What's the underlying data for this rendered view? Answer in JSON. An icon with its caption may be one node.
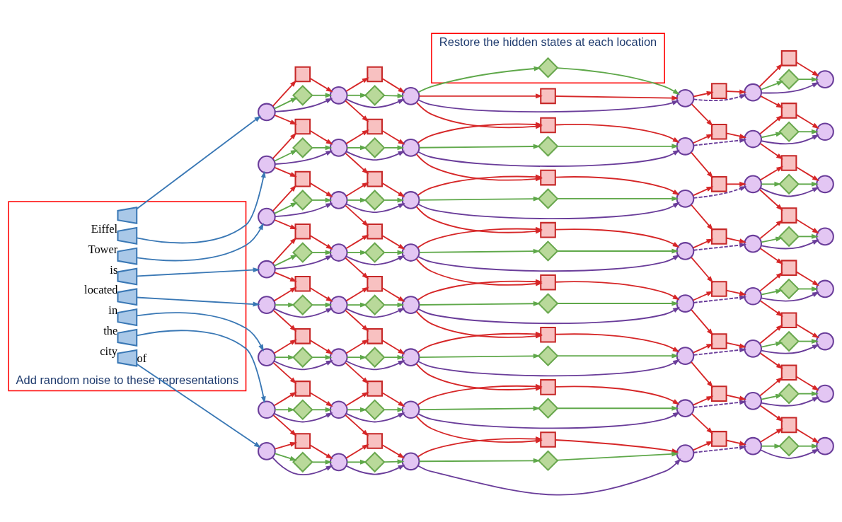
{
  "diagram": {
    "nodes": [
      {
        "text": [
          "Add random noise to these representations"
        ]
      },
      {
        "text": [
          "Restore the hidden states at each location"
        ]
      },
      {
        "text": [],
        "shape": "trapezoid",
        "in": 0,
        "beside": [
          "Eiffel"
        ]
      },
      {
        "text": [],
        "shape": "circle"
      },
      {
        "text": [],
        "shape": "box"
      },
      {
        "text": [],
        "shape": "diamond"
      },
      {
        "text": [],
        "shape": "circle"
      },
      {
        "text": [],
        "shape": "box"
      },
      {
        "text": [],
        "shape": "diamond"
      },
      {
        "text": [],
        "shape": "circle"
      },
      {
        "text": [],
        "shape": "box"
      },
      {
        "text": [],
        "shape": "diamond",
        "in": 1
      },
      {
        "text": [],
        "shape": "circle"
      },
      {
        "text": [],
        "shape": "box"
      },
      {
        "text": [],
        "shape": "circle"
      },
      {
        "text": [],
        "shape": "box"
      },
      {
        "text": [],
        "shape": "diamond"
      },
      {
        "text": [],
        "shape": "circle"
      },
      {
        "text": [],
        "shape": "trapezoid",
        "in": 0,
        "beside": [
          "Tower"
        ]
      },
      {
        "text": [],
        "shape": "circle"
      },
      {
        "text": [],
        "shape": "box"
      },
      {
        "text": [],
        "shape": "diamond"
      },
      {
        "text": [],
        "shape": "circle"
      },
      {
        "text": [],
        "shape": "box"
      },
      {
        "text": [],
        "shape": "diamond"
      },
      {
        "text": [],
        "shape": "circle"
      },
      {
        "text": [],
        "shape": "box"
      },
      {
        "text": [],
        "shape": "diamond"
      },
      {
        "text": [],
        "shape": "circle"
      },
      {
        "text": [],
        "shape": "box"
      },
      {
        "text": [],
        "shape": "circle"
      },
      {
        "text": [],
        "shape": "box"
      },
      {
        "text": [],
        "shape": "diamond"
      },
      {
        "text": [],
        "shape": "circle"
      },
      {
        "text": [],
        "shape": "trapezoid",
        "in": 0,
        "beside": [
          "is"
        ]
      },
      {
        "text": [],
        "shape": "circle"
      },
      {
        "text": [],
        "shape": "box"
      },
      {
        "text": [],
        "shape": "diamond"
      },
      {
        "text": [],
        "shape": "circle"
      },
      {
        "text": [],
        "shape": "box"
      },
      {
        "text": [],
        "shape": "diamond"
      },
      {
        "text": [],
        "shape": "circle"
      },
      {
        "text": [],
        "shape": "box"
      },
      {
        "text": [],
        "shape": "diamond"
      },
      {
        "text": [],
        "shape": "circle"
      },
      {
        "text": [],
        "shape": "box"
      },
      {
        "text": [],
        "shape": "circle"
      },
      {
        "text": [],
        "shape": "box"
      },
      {
        "text": [],
        "shape": "diamond"
      },
      {
        "text": [],
        "shape": "circle"
      },
      {
        "text": [],
        "shape": "trapezoid",
        "in": 0,
        "beside": [
          "located"
        ]
      },
      {
        "text": [],
        "shape": "circle"
      },
      {
        "text": [],
        "shape": "box"
      },
      {
        "text": [],
        "shape": "diamond"
      },
      {
        "text": [],
        "shape": "circle"
      },
      {
        "text": [],
        "shape": "box"
      },
      {
        "text": [],
        "shape": "diamond"
      },
      {
        "text": [],
        "shape": "circle"
      },
      {
        "text": [],
        "shape": "box"
      },
      {
        "text": [],
        "shape": "diamond"
      },
      {
        "text": [],
        "shape": "circle"
      },
      {
        "text": [],
        "shape": "box"
      },
      {
        "text": [],
        "shape": "circle"
      },
      {
        "text": [],
        "shape": "box"
      },
      {
        "text": [],
        "shape": "diamond"
      },
      {
        "text": [],
        "shape": "circle"
      },
      {
        "text": [],
        "shape": "trapezoid",
        "in": 0,
        "beside": [
          "in"
        ]
      },
      {
        "text": [],
        "shape": "circle"
      },
      {
        "text": [],
        "shape": "box"
      },
      {
        "text": [],
        "shape": "diamond"
      },
      {
        "text": [],
        "shape": "circle"
      },
      {
        "text": [],
        "shape": "box"
      },
      {
        "text": [],
        "shape": "diamond"
      },
      {
        "text": [],
        "shape": "circle"
      },
      {
        "text": [],
        "shape": "box"
      },
      {
        "text": [],
        "shape": "diamond"
      },
      {
        "text": [],
        "shape": "circle"
      },
      {
        "text": [],
        "shape": "box"
      },
      {
        "text": [],
        "shape": "circle"
      },
      {
        "text": [],
        "shape": "box"
      },
      {
        "text": [],
        "shape": "diamond"
      },
      {
        "text": [],
        "shape": "circle"
      },
      {
        "text": [],
        "shape": "trapezoid",
        "in": 0,
        "beside": [
          "the"
        ]
      },
      {
        "text": [],
        "shape": "circle"
      },
      {
        "text": [],
        "shape": "box"
      },
      {
        "text": [],
        "shape": "diamond"
      },
      {
        "text": [],
        "shape": "circle"
      },
      {
        "text": [],
        "shape": "box"
      },
      {
        "text": [],
        "shape": "diamond"
      },
      {
        "text": [],
        "shape": "circle"
      },
      {
        "text": [],
        "shape": "box"
      },
      {
        "text": [],
        "shape": "diamond"
      },
      {
        "text": [],
        "shape": "circle"
      },
      {
        "text": [],
        "shape": "box"
      },
      {
        "text": [],
        "shape": "circle"
      },
      {
        "text": [],
        "shape": "box"
      },
      {
        "text": [],
        "shape": "diamond"
      },
      {
        "text": [],
        "shape": "circle"
      },
      {
        "text": [],
        "shape": "trapezoid",
        "in": 0,
        "beside": [
          "city"
        ]
      },
      {
        "text": [],
        "shape": "circle"
      },
      {
        "text": [],
        "shape": "box"
      },
      {
        "text": [],
        "shape": "diamond"
      },
      {
        "text": [],
        "shape": "circle"
      },
      {
        "text": [],
        "shape": "box"
      },
      {
        "text": [],
        "shape": "diamond"
      },
      {
        "text": [],
        "shape": "circle"
      },
      {
        "text": [],
        "shape": "box"
      },
      {
        "text": [],
        "shape": "diamond"
      },
      {
        "text": [],
        "shape": "circle"
      },
      {
        "text": [],
        "shape": "box"
      },
      {
        "text": [],
        "shape": "circle"
      },
      {
        "text": [],
        "shape": "box"
      },
      {
        "text": [],
        "shape": "diamond"
      },
      {
        "text": [],
        "shape": "circle"
      },
      {
        "text": [],
        "shape": "trapezoid",
        "in": 0,
        "beside": [
          "of"
        ]
      },
      {
        "text": [],
        "shape": "circle"
      },
      {
        "text": [],
        "shape": "box"
      },
      {
        "text": [],
        "shape": "diamond"
      },
      {
        "text": [],
        "shape": "circle"
      },
      {
        "text": [],
        "shape": "box"
      },
      {
        "text": [],
        "shape": "diamond"
      },
      {
        "text": [],
        "shape": "circle"
      },
      {
        "text": [],
        "shape": "box"
      },
      {
        "text": [],
        "shape": "diamond"
      },
      {
        "text": [],
        "shape": "circle"
      },
      {
        "text": [],
        "shape": "box"
      },
      {
        "text": [],
        "shape": "circle"
      },
      {
        "text": [],
        "shape": "box"
      },
      {
        "text": [],
        "shape": "diamond"
      },
      {
        "text": [],
        "shape": "circle"
      }
    ],
    "edges": [
      {
        "from": 2,
        "to": 3,
        "arrow": "to",
        "color": "#3a78b5"
      },
      {
        "from": 3,
        "to": 6,
        "arrow": "to",
        "color": "#6a3d9a"
      },
      {
        "from": 3,
        "to": 4,
        "arrow": "to"
      },
      {
        "from": 4,
        "to": 6,
        "arrow": "to"
      },
      {
        "from": 3,
        "to": 5,
        "arrow": "to",
        "color": "#5fa84a"
      },
      {
        "from": 5,
        "to": 6,
        "arrow": "to",
        "color": "#5fa84a"
      },
      {
        "from": 6,
        "to": 9,
        "arrow": "to",
        "color": "#6a3d9a"
      },
      {
        "from": 6,
        "to": 7,
        "arrow": "to"
      },
      {
        "from": 7,
        "to": 9,
        "arrow": "to"
      },
      {
        "from": 6,
        "to": 8,
        "arrow": "to",
        "color": "#5fa84a"
      },
      {
        "from": 8,
        "to": 9,
        "arrow": "to",
        "color": "#5fa84a"
      },
      {
        "from": 9,
        "to": 12,
        "arrow": "to",
        "color": "#6a3d9a"
      },
      {
        "from": 9,
        "to": 10,
        "arrow": "to"
      },
      {
        "from": 10,
        "to": 12,
        "arrow": "to"
      },
      {
        "from": 9,
        "to": 11,
        "arrow": "to",
        "color": "#5fa84a"
      },
      {
        "from": 11,
        "to": 12,
        "arrow": "to",
        "color": "#5fa84a"
      },
      {
        "from": 12,
        "to": 14,
        "arrow": "to",
        "style": "dashed",
        "color": "#6a3d9a"
      },
      {
        "from": 12,
        "to": 13,
        "arrow": "to"
      },
      {
        "from": 13,
        "to": 14,
        "arrow": "to"
      },
      {
        "from": 14,
        "to": 17,
        "arrow": "to",
        "color": "#6a3d9a"
      },
      {
        "from": 14,
        "to": 15,
        "arrow": "to"
      },
      {
        "from": 15,
        "to": 17,
        "arrow": "to"
      },
      {
        "from": 14,
        "to": 16,
        "arrow": "to",
        "color": "#5fa84a"
      },
      {
        "from": 16,
        "to": 17,
        "arrow": "to",
        "color": "#5fa84a"
      },
      {
        "from": 18,
        "to": 19,
        "arrow": "to",
        "color": "#3a78b5"
      },
      {
        "from": 19,
        "to": 22,
        "arrow": "to",
        "color": "#6a3d9a"
      },
      {
        "from": 19,
        "to": 20,
        "arrow": "to"
      },
      {
        "from": 20,
        "to": 22,
        "arrow": "to"
      },
      {
        "from": 19,
        "to": 21,
        "arrow": "to",
        "color": "#5fa84a"
      },
      {
        "from": 21,
        "to": 22,
        "arrow": "to",
        "color": "#5fa84a"
      },
      {
        "from": 22,
        "to": 25,
        "arrow": "to",
        "color": "#6a3d9a"
      },
      {
        "from": 22,
        "to": 23,
        "arrow": "to"
      },
      {
        "from": 23,
        "to": 25,
        "arrow": "to"
      },
      {
        "from": 22,
        "to": 24,
        "arrow": "to",
        "color": "#5fa84a"
      },
      {
        "from": 24,
        "to": 25,
        "arrow": "to",
        "color": "#5fa84a"
      },
      {
        "from": 25,
        "to": 28,
        "arrow": "to",
        "color": "#6a3d9a"
      },
      {
        "from": 25,
        "to": 26,
        "arrow": "to"
      },
      {
        "from": 26,
        "to": 28,
        "arrow": "to"
      },
      {
        "from": 25,
        "to": 27,
        "arrow": "to",
        "color": "#5fa84a"
      },
      {
        "from": 27,
        "to": 28,
        "arrow": "to",
        "color": "#5fa84a"
      },
      {
        "from": 28,
        "to": 30,
        "arrow": "to",
        "style": "dashed",
        "color": "#6a3d9a"
      },
      {
        "from": 28,
        "to": 29,
        "arrow": "to"
      },
      {
        "from": 29,
        "to": 30,
        "arrow": "to"
      },
      {
        "from": 30,
        "to": 33,
        "arrow": "to",
        "color": "#6a3d9a"
      },
      {
        "from": 30,
        "to": 31,
        "arrow": "to"
      },
      {
        "from": 31,
        "to": 33,
        "arrow": "to"
      },
      {
        "from": 30,
        "to": 32,
        "arrow": "to",
        "color": "#5fa84a"
      },
      {
        "from": 32,
        "to": 33,
        "arrow": "to",
        "color": "#5fa84a"
      },
      {
        "from": 34,
        "to": 35,
        "arrow": "to",
        "color": "#3a78b5"
      },
      {
        "from": 35,
        "to": 38,
        "arrow": "to",
        "color": "#6a3d9a"
      },
      {
        "from": 35,
        "to": 36,
        "arrow": "to"
      },
      {
        "from": 36,
        "to": 38,
        "arrow": "to"
      },
      {
        "from": 35,
        "to": 37,
        "arrow": "to",
        "color": "#5fa84a"
      },
      {
        "from": 37,
        "to": 38,
        "arrow": "to",
        "color": "#5fa84a"
      },
      {
        "from": 38,
        "to": 41,
        "arrow": "to",
        "color": "#6a3d9a"
      },
      {
        "from": 38,
        "to": 39,
        "arrow": "to"
      },
      {
        "from": 39,
        "to": 41,
        "arrow": "to"
      },
      {
        "from": 38,
        "to": 40,
        "arrow": "to",
        "color": "#5fa84a"
      },
      {
        "from": 40,
        "to": 41,
        "arrow": "to",
        "color": "#5fa84a"
      },
      {
        "from": 41,
        "to": 44,
        "arrow": "to",
        "color": "#6a3d9a"
      },
      {
        "from": 41,
        "to": 42,
        "arrow": "to"
      },
      {
        "from": 42,
        "to": 44,
        "arrow": "to"
      },
      {
        "from": 41,
        "to": 43,
        "arrow": "to",
        "color": "#5fa84a"
      },
      {
        "from": 43,
        "to": 44,
        "arrow": "to",
        "color": "#5fa84a"
      },
      {
        "from": 44,
        "to": 46,
        "arrow": "to",
        "style": "dashed",
        "color": "#6a3d9a"
      },
      {
        "from": 44,
        "to": 45,
        "arrow": "to"
      },
      {
        "from": 45,
        "to": 46,
        "arrow": "to"
      },
      {
        "from": 46,
        "to": 49,
        "arrow": "to",
        "color": "#6a3d9a"
      },
      {
        "from": 46,
        "to": 47,
        "arrow": "to"
      },
      {
        "from": 47,
        "to": 49,
        "arrow": "to"
      },
      {
        "from": 46,
        "to": 48,
        "arrow": "to",
        "color": "#5fa84a"
      },
      {
        "from": 48,
        "to": 49,
        "arrow": "to",
        "color": "#5fa84a"
      },
      {
        "from": 50,
        "to": 51,
        "arrow": "to",
        "color": "#3a78b5"
      },
      {
        "from": 51,
        "to": 54,
        "arrow": "to",
        "color": "#6a3d9a"
      },
      {
        "from": 51,
        "to": 52,
        "arrow": "to"
      },
      {
        "from": 52,
        "to": 54,
        "arrow": "to"
      },
      {
        "from": 51,
        "to": 53,
        "arrow": "to",
        "color": "#5fa84a"
      },
      {
        "from": 53,
        "to": 54,
        "arrow": "to",
        "color": "#5fa84a"
      },
      {
        "from": 54,
        "to": 57,
        "arrow": "to",
        "color": "#6a3d9a"
      },
      {
        "from": 54,
        "to": 55,
        "arrow": "to"
      },
      {
        "from": 55,
        "to": 57,
        "arrow": "to"
      },
      {
        "from": 54,
        "to": 56,
        "arrow": "to",
        "color": "#5fa84a"
      },
      {
        "from": 56,
        "to": 57,
        "arrow": "to",
        "color": "#5fa84a"
      },
      {
        "from": 57,
        "to": 60,
        "arrow": "to",
        "color": "#6a3d9a"
      },
      {
        "from": 57,
        "to": 58,
        "arrow": "to"
      },
      {
        "from": 58,
        "to": 60,
        "arrow": "to"
      },
      {
        "from": 57,
        "to": 59,
        "arrow": "to",
        "color": "#5fa84a"
      },
      {
        "from": 59,
        "to": 60,
        "arrow": "to",
        "color": "#5fa84a"
      },
      {
        "from": 60,
        "to": 62,
        "arrow": "to",
        "style": "dashed",
        "color": "#6a3d9a"
      },
      {
        "from": 60,
        "to": 61,
        "arrow": "to"
      },
      {
        "from": 61,
        "to": 62,
        "arrow": "to"
      },
      {
        "from": 62,
        "to": 65,
        "arrow": "to",
        "color": "#6a3d9a"
      },
      {
        "from": 62,
        "to": 63,
        "arrow": "to"
      },
      {
        "from": 63,
        "to": 65,
        "arrow": "to"
      },
      {
        "from": 62,
        "to": 64,
        "arrow": "to",
        "color": "#5fa84a"
      },
      {
        "from": 64,
        "to": 65,
        "arrow": "to",
        "color": "#5fa84a"
      },
      {
        "from": 66,
        "to": 67,
        "arrow": "to",
        "color": "#3a78b5"
      },
      {
        "from": 67,
        "to": 70,
        "arrow": "to",
        "color": "#6a3d9a"
      },
      {
        "from": 67,
        "to": 68,
        "arrow": "to"
      },
      {
        "from": 68,
        "to": 70,
        "arrow": "to"
      },
      {
        "from": 67,
        "to": 69,
        "arrow": "to",
        "color": "#5fa84a"
      },
      {
        "from": 69,
        "to": 70,
        "arrow": "to",
        "color": "#5fa84a"
      },
      {
        "from": 70,
        "to": 73,
        "arrow": "to",
        "color": "#6a3d9a"
      },
      {
        "from": 70,
        "to": 71,
        "arrow": "to"
      },
      {
        "from": 71,
        "to": 73,
        "arrow": "to"
      },
      {
        "from": 70,
        "to": 72,
        "arrow": "to",
        "color": "#5fa84a"
      },
      {
        "from": 72,
        "to": 73,
        "arrow": "to",
        "color": "#5fa84a"
      },
      {
        "from": 73,
        "to": 76,
        "arrow": "to",
        "color": "#6a3d9a"
      },
      {
        "from": 73,
        "to": 74,
        "arrow": "to"
      },
      {
        "from": 74,
        "to": 76,
        "arrow": "to"
      },
      {
        "from": 73,
        "to": 75,
        "arrow": "to",
        "color": "#5fa84a"
      },
      {
        "from": 75,
        "to": 76,
        "arrow": "to",
        "color": "#5fa84a"
      },
      {
        "from": 76,
        "to": 78,
        "arrow": "to",
        "style": "dashed",
        "color": "#6a3d9a"
      },
      {
        "from": 76,
        "to": 77,
        "arrow": "to"
      },
      {
        "from": 77,
        "to": 78,
        "arrow": "to"
      },
      {
        "from": 78,
        "to": 81,
        "arrow": "to",
        "color": "#6a3d9a"
      },
      {
        "from": 78,
        "to": 79,
        "arrow": "to"
      },
      {
        "from": 79,
        "to": 81,
        "arrow": "to"
      },
      {
        "from": 78,
        "to": 80,
        "arrow": "to",
        "color": "#5fa84a"
      },
      {
        "from": 80,
        "to": 81,
        "arrow": "to",
        "color": "#5fa84a"
      },
      {
        "from": 82,
        "to": 83,
        "arrow": "to",
        "color": "#3a78b5"
      },
      {
        "from": 83,
        "to": 86,
        "arrow": "to",
        "color": "#6a3d9a"
      },
      {
        "from": 83,
        "to": 84,
        "arrow": "to"
      },
      {
        "from": 84,
        "to": 86,
        "arrow": "to"
      },
      {
        "from": 83,
        "to": 85,
        "arrow": "to",
        "color": "#5fa84a"
      },
      {
        "from": 85,
        "to": 86,
        "arrow": "to",
        "color": "#5fa84a"
      },
      {
        "from": 86,
        "to": 89,
        "arrow": "to",
        "color": "#6a3d9a"
      },
      {
        "from": 86,
        "to": 87,
        "arrow": "to"
      },
      {
        "from": 87,
        "to": 89,
        "arrow": "to"
      },
      {
        "from": 86,
        "to": 88,
        "arrow": "to",
        "color": "#5fa84a"
      },
      {
        "from": 88,
        "to": 89,
        "arrow": "to",
        "color": "#5fa84a"
      },
      {
        "from": 89,
        "to": 92,
        "arrow": "to",
        "color": "#6a3d9a"
      },
      {
        "from": 89,
        "to": 90,
        "arrow": "to"
      },
      {
        "from": 90,
        "to": 92,
        "arrow": "to"
      },
      {
        "from": 89,
        "to": 91,
        "arrow": "to",
        "color": "#5fa84a"
      },
      {
        "from": 91,
        "to": 92,
        "arrow": "to",
        "color": "#5fa84a"
      },
      {
        "from": 92,
        "to": 94,
        "arrow": "to",
        "style": "dashed",
        "color": "#6a3d9a"
      },
      {
        "from": 92,
        "to": 93,
        "arrow": "to"
      },
      {
        "from": 93,
        "to": 94,
        "arrow": "to"
      },
      {
        "from": 94,
        "to": 97,
        "arrow": "to",
        "color": "#6a3d9a"
      },
      {
        "from": 94,
        "to": 95,
        "arrow": "to"
      },
      {
        "from": 95,
        "to": 97,
        "arrow": "to"
      },
      {
        "from": 94,
        "to": 96,
        "arrow": "to",
        "color": "#5fa84a"
      },
      {
        "from": 96,
        "to": 97,
        "arrow": "to",
        "color": "#5fa84a"
      },
      {
        "from": 98,
        "to": 99,
        "arrow": "to",
        "color": "#3a78b5"
      },
      {
        "from": 99,
        "to": 102,
        "arrow": "to",
        "color": "#6a3d9a"
      },
      {
        "from": 99,
        "to": 100,
        "arrow": "to"
      },
      {
        "from": 100,
        "to": 102,
        "arrow": "to"
      },
      {
        "from": 99,
        "to": 101,
        "arrow": "to",
        "color": "#5fa84a"
      },
      {
        "from": 101,
        "to": 102,
        "arrow": "to",
        "color": "#5fa84a"
      },
      {
        "from": 102,
        "to": 105,
        "arrow": "to",
        "color": "#6a3d9a"
      },
      {
        "from": 102,
        "to": 103,
        "arrow": "to"
      },
      {
        "from": 103,
        "to": 105,
        "arrow": "to"
      },
      {
        "from": 102,
        "to": 104,
        "arrow": "to",
        "color": "#5fa84a"
      },
      {
        "from": 104,
        "to": 105,
        "arrow": "to",
        "color": "#5fa84a"
      },
      {
        "from": 105,
        "to": 108,
        "arrow": "to",
        "color": "#6a3d9a"
      },
      {
        "from": 105,
        "to": 106,
        "arrow": "to"
      },
      {
        "from": 106,
        "to": 108,
        "arrow": "to"
      },
      {
        "from": 105,
        "to": 107,
        "arrow": "to",
        "color": "#5fa84a"
      },
      {
        "from": 107,
        "to": 108,
        "arrow": "to",
        "color": "#5fa84a"
      },
      {
        "from": 108,
        "to": 110,
        "arrow": "to",
        "style": "dashed",
        "color": "#6a3d9a"
      },
      {
        "from": 108,
        "to": 109,
        "arrow": "to"
      },
      {
        "from": 109,
        "to": 110,
        "arrow": "to"
      },
      {
        "from": 110,
        "to": 113,
        "arrow": "to",
        "color": "#6a3d9a"
      },
      {
        "from": 110,
        "to": 111,
        "arrow": "to"
      },
      {
        "from": 111,
        "to": 113,
        "arrow": "to"
      },
      {
        "from": 110,
        "to": 112,
        "arrow": "to",
        "color": "#5fa84a"
      },
      {
        "from": 112,
        "to": 113,
        "arrow": "to",
        "color": "#5fa84a"
      },
      {
        "from": 114,
        "to": 115,
        "arrow": "to",
        "color": "#3a78b5"
      },
      {
        "from": 115,
        "to": 118,
        "arrow": "to",
        "color": "#6a3d9a"
      },
      {
        "from": 115,
        "to": 116,
        "arrow": "to"
      },
      {
        "from": 116,
        "to": 118,
        "arrow": "to"
      },
      {
        "from": 115,
        "to": 117,
        "arrow": "to",
        "color": "#5fa84a"
      },
      {
        "from": 117,
        "to": 118,
        "arrow": "to",
        "color": "#5fa84a"
      },
      {
        "from": 118,
        "to": 121,
        "arrow": "to",
        "color": "#6a3d9a"
      },
      {
        "from": 118,
        "to": 119,
        "arrow": "to"
      },
      {
        "from": 119,
        "to": 121,
        "arrow": "to"
      },
      {
        "from": 118,
        "to": 120,
        "arrow": "to",
        "color": "#5fa84a"
      },
      {
        "from": 120,
        "to": 121,
        "arrow": "to",
        "color": "#5fa84a"
      },
      {
        "from": 121,
        "to": 124,
        "arrow": "to",
        "color": "#6a3d9a"
      },
      {
        "from": 121,
        "to": 122,
        "arrow": "to"
      },
      {
        "from": 122,
        "to": 124,
        "arrow": "to"
      },
      {
        "from": 121,
        "to": 123,
        "arrow": "to",
        "color": "#5fa84a"
      },
      {
        "from": 123,
        "to": 124,
        "arrow": "to",
        "color": "#5fa84a"
      },
      {
        "from": 124,
        "to": 126,
        "arrow": "to",
        "style": "dashed",
        "color": "#6a3d9a"
      },
      {
        "from": 124,
        "to": 125,
        "arrow": "to"
      },
      {
        "from": 125,
        "to": 126,
        "arrow": "to"
      },
      {
        "from": 126,
        "to": 129,
        "arrow": "to",
        "color": "#6a3d9a"
      },
      {
        "from": 126,
        "to": 127,
        "arrow": "to"
      },
      {
        "from": 127,
        "to": 129,
        "arrow": "to"
      },
      {
        "from": 126,
        "to": 128,
        "arrow": "to",
        "color": "#5fa84a"
      },
      {
        "from": 128,
        "to": 129,
        "arrow": "to",
        "color": "#5fa84a"
      },
      {
        "from": 3,
        "to": 20,
        "arrow": "to"
      },
      {
        "from": 6,
        "to": 23,
        "arrow": "to"
      },
      {
        "from": 9,
        "to": 26,
        "arrow": "to"
      },
      {
        "from": 12,
        "to": 29,
        "arrow": "to"
      },
      {
        "from": 14,
        "to": 31,
        "arrow": "to"
      },
      {
        "from": 19,
        "to": 36,
        "arrow": "to"
      },
      {
        "from": 22,
        "to": 39,
        "arrow": "to"
      },
      {
        "from": 25,
        "to": 42,
        "arrow": "to"
      },
      {
        "from": 28,
        "to": 45,
        "arrow": "to"
      },
      {
        "from": 30,
        "to": 47,
        "arrow": "to"
      },
      {
        "from": 35,
        "to": 52,
        "arrow": "to"
      },
      {
        "from": 38,
        "to": 55,
        "arrow": "to"
      },
      {
        "from": 41,
        "to": 58,
        "arrow": "to"
      },
      {
        "from": 44,
        "to": 61,
        "arrow": "to"
      },
      {
        "from": 46,
        "to": 63,
        "arrow": "to"
      },
      {
        "from": 51,
        "to": 68,
        "arrow": "to"
      },
      {
        "from": 54,
        "to": 71,
        "arrow": "to"
      },
      {
        "from": 57,
        "to": 74,
        "arrow": "to"
      },
      {
        "from": 60,
        "to": 77,
        "arrow": "to"
      },
      {
        "from": 62,
        "to": 79,
        "arrow": "to"
      },
      {
        "from": 67,
        "to": 84,
        "arrow": "to"
      },
      {
        "from": 70,
        "to": 87,
        "arrow": "to"
      },
      {
        "from": 73,
        "to": 90,
        "arrow": "to"
      },
      {
        "from": 76,
        "to": 93,
        "arrow": "to"
      },
      {
        "from": 78,
        "to": 95,
        "arrow": "to"
      },
      {
        "from": 83,
        "to": 100,
        "arrow": "to"
      },
      {
        "from": 86,
        "to": 103,
        "arrow": "to"
      },
      {
        "from": 89,
        "to": 106,
        "arrow": "to"
      },
      {
        "from": 92,
        "to": 109,
        "arrow": "to"
      },
      {
        "from": 94,
        "to": 111,
        "arrow": "to"
      },
      {
        "from": 99,
        "to": 116,
        "arrow": "to"
      },
      {
        "from": 102,
        "to": 119,
        "arrow": "to"
      },
      {
        "from": 105,
        "to": 122,
        "arrow": "to"
      },
      {
        "from": 108,
        "to": 125,
        "arrow": "to"
      },
      {
        "from": 110,
        "to": 127,
        "arrow": "to"
      }
    ]
  }
}
